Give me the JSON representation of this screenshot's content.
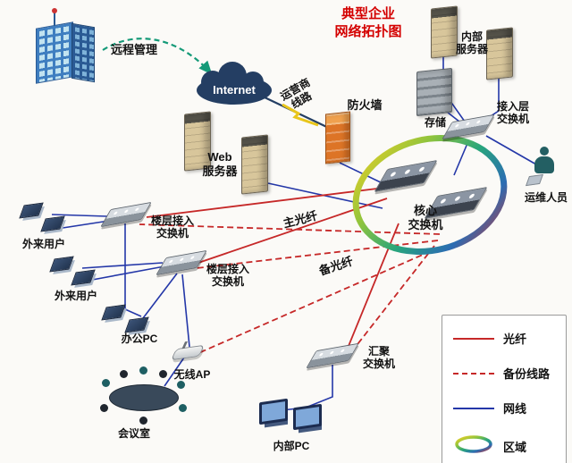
{
  "title": "典型企业\n网络拓扑图",
  "labels": {
    "remote_mgmt": "远程管理",
    "internet": "Internet",
    "carrier_line": "运营商\n线路",
    "firewall": "防火墙",
    "web_server": "Web\n服务器",
    "internal_server": "内部\n服务器",
    "storage": "存储",
    "access_switch": "接入层\n交换机",
    "ops_staff": "运维人员",
    "core_switch": "核心\n交换机",
    "floor_switch_1": "楼层接入\n交换机",
    "floor_switch_2": "楼层接入\n交换机",
    "external_user_1": "外来用户",
    "external_user_2": "外来用户",
    "office_pc": "办公PC",
    "wireless_ap": "无线AP",
    "meeting_room": "会议室",
    "aggregation_switch": "汇聚\n交换机",
    "internal_pc": "内部PC",
    "main_fiber": "主光纤",
    "backup_fiber": "备光纤"
  },
  "legend": {
    "items": [
      {
        "id": "fiber",
        "label": "光纤",
        "color": "#c62828",
        "style": "solid"
      },
      {
        "id": "backup-line",
        "label": "备份线路",
        "color": "#c62828",
        "style": "dashed"
      },
      {
        "id": "lan-cable",
        "label": "网线",
        "color": "#2437a8",
        "style": "solid"
      },
      {
        "id": "zone",
        "label": "区域",
        "style": "ring"
      }
    ]
  },
  "colors": {
    "title": "#d40000",
    "fiber": "#c62828",
    "backup_line": "#c62828",
    "lan_cable": "#2437a8",
    "carrier_segment": "#e8c51a",
    "internet_link": "#243e63",
    "remote_link": "#159a78",
    "zone_ring": [
      "#f2d024",
      "#8fc43d",
      "#28a57c",
      "#2b6cb3",
      "#cc3333"
    ]
  }
}
